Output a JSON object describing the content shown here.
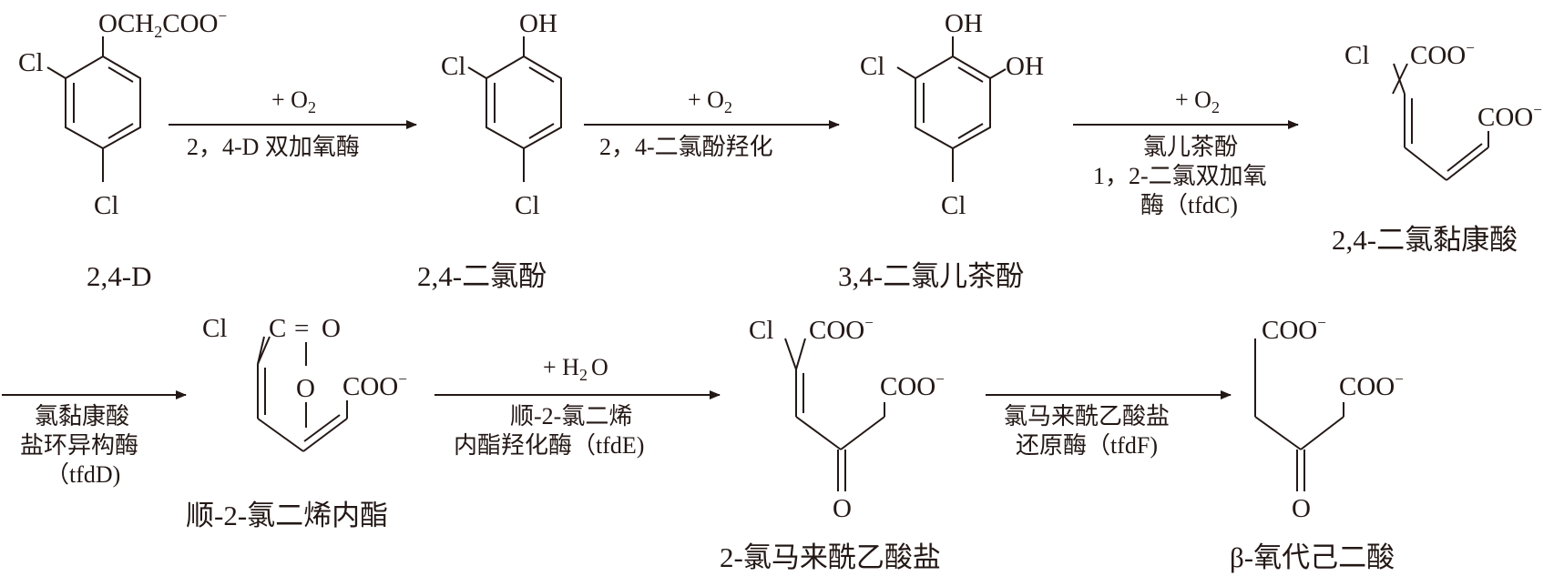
{
  "compounds": {
    "c1": {
      "name": "2,4-D",
      "substituents": {
        "top": "OCH",
        "top_sub": "2",
        "top_rest": "COO",
        "top_charge": "−",
        "left_cl": "Cl",
        "bottom_cl": "Cl"
      }
    },
    "c2": {
      "name": "2,4-二氯酚",
      "oh": "OH",
      "left_cl": "Cl",
      "bottom_cl": "Cl"
    },
    "c3": {
      "name": "3,4-二氯儿茶酚",
      "oh1": "OH",
      "oh2": "OH",
      "left_cl": "Cl",
      "bottom_cl": "Cl"
    },
    "c4": {
      "name": "2,4-二氯黏康酸",
      "cl": "Cl",
      "coo1": "COO",
      "coo2": "COO",
      "charge": "−"
    },
    "c5": {
      "name": "顺-2-氯二烯内酯",
      "cl": "Cl",
      "c": "C",
      "eq": "=",
      "o1": "O",
      "o2": "O",
      "coo": "COO",
      "charge": "−"
    },
    "c6": {
      "name": "2-氯马来酰乙酸盐",
      "cl": "Cl",
      "coo1": "COO",
      "coo2": "COO",
      "o": "O",
      "charge": "−"
    },
    "c7": {
      "name": "β-氧代己二酸",
      "coo1": "COO",
      "coo2": "COO",
      "o": "O",
      "charge": "−"
    }
  },
  "steps": [
    {
      "above": "+ O",
      "above_sub": "2",
      "below": [
        "2，4-D 双加氧酶"
      ]
    },
    {
      "above": "+ O",
      "above_sub": "2",
      "below": [
        "2，4-二氯酚羟化"
      ]
    },
    {
      "above": "+ O",
      "above_sub": "2",
      "below": [
        "氯儿茶酚",
        "1，2-二氯双加氧",
        "酶（tfdC)"
      ]
    },
    {
      "above": "",
      "above_sub": "",
      "below": [
        "氯黏康酸",
        "盐环异构酶",
        "（tfdD)"
      ]
    },
    {
      "above": "+ H",
      "above_sub": "2",
      "above_rest": "O",
      "below": [
        "顺-2-氯二烯",
        "内酯羟化酶（tfdE)"
      ]
    },
    {
      "above": "",
      "above_sub": "",
      "below": [
        "氯马来酰乙酸盐",
        "还原酶（tfdF)"
      ]
    }
  ]
}
